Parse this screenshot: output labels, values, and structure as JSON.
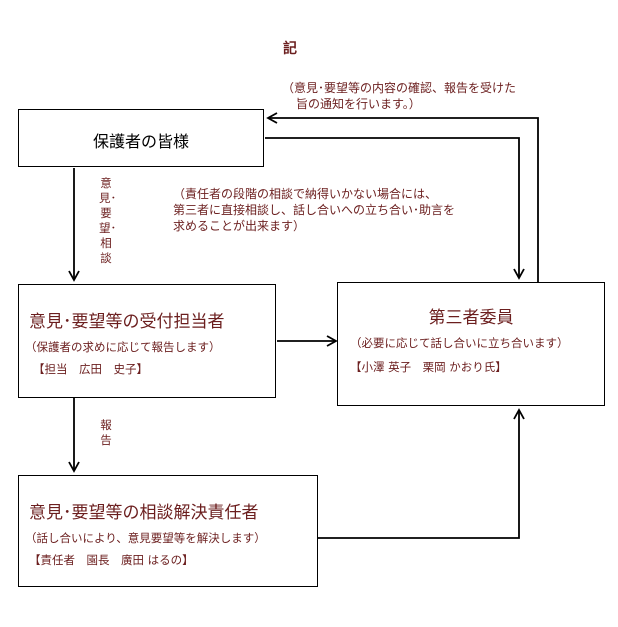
{
  "heading": "記",
  "notes": {
    "top_right": [
      "（意見･要望等の内容の確認、報告を受けた",
      "旨の通知を行います。）"
    ],
    "middle": [
      "（責任者の段階の相談で納得いかない場合には、",
      "第三者に直接相談し、話し合いへの立ち合い･助言を",
      "求めることが出来ます）"
    ]
  },
  "vertical_labels": {
    "opinion": "意見･要望･相談",
    "report": "報告"
  },
  "boxes": {
    "guardians": {
      "title": "保護者の皆様"
    },
    "reception": {
      "title": "意見･要望等の受付担当者",
      "desc": "（保護者の求めに応じて報告します）",
      "person": "【担当　広田　史子】"
    },
    "third_party": {
      "title": "第三者委員",
      "desc": "（必要に応じて話し合いに立ち合います）",
      "person": "【小澤 英子　栗岡 かおり氏】"
    },
    "resolver": {
      "title": "意見･要望等の相談解決責任者",
      "desc": "（話し合いにより、意見要望等を解決します）",
      "person": "【責任者　園長　廣田 はるの】"
    }
  },
  "colors": {
    "text_accent": "#6b1e1e",
    "line": "#000000"
  }
}
